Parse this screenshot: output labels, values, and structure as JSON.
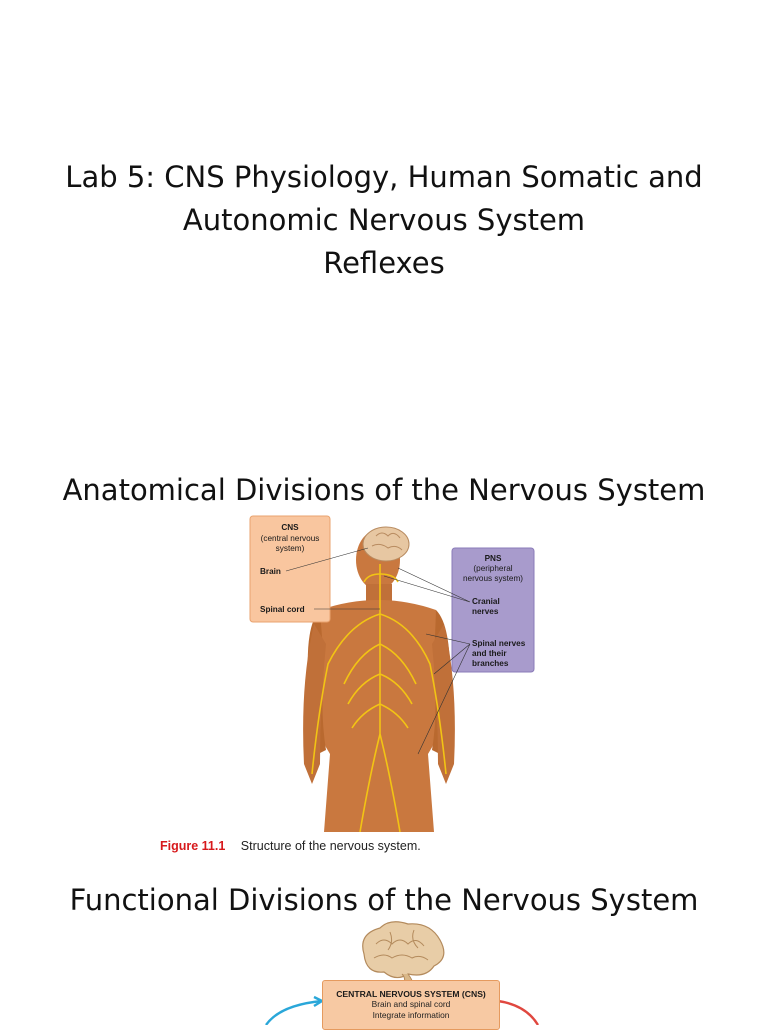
{
  "slide1": {
    "title_lines": [
      "Lab 5: CNS Physiology, Human Somatic and",
      "Autonomic Nervous System",
      "Reflexes"
    ]
  },
  "slide2": {
    "title": "Anatomical Divisions of the Nervous System",
    "figure": {
      "cns_box": {
        "title": "CNS",
        "subtitle_line1": "(central nervous",
        "subtitle_line2": "system)",
        "brain": "Brain",
        "spinal_cord": "Spinal cord"
      },
      "pns_box": {
        "title": "PNS",
        "subtitle_line1": "(peripheral",
        "subtitle_line2": "nervous system)",
        "cranial_line1": "Cranial",
        "cranial_line2": "nerves",
        "spinal_line1": "Spinal nerves",
        "spinal_line2": "and their",
        "spinal_line3": "branches"
      },
      "colors": {
        "cns_box": "#f9c69f",
        "pns_box": "#a89bcc",
        "skin": "#c9783f",
        "nerves": "#f2c414"
      }
    },
    "caption": {
      "number": "Figure 11.1",
      "text": "Structure of the nervous system."
    }
  },
  "slide3": {
    "title": "Functional Divisions of the Nervous System",
    "cns_box": {
      "title": "CENTRAL NERVOUS SYSTEM (CNS)",
      "line1": "Brain and spinal cord",
      "line2": "Integrate information"
    },
    "colors": {
      "arrow_left": "#2aa7d9",
      "arrow_right": "#e0473f"
    }
  }
}
